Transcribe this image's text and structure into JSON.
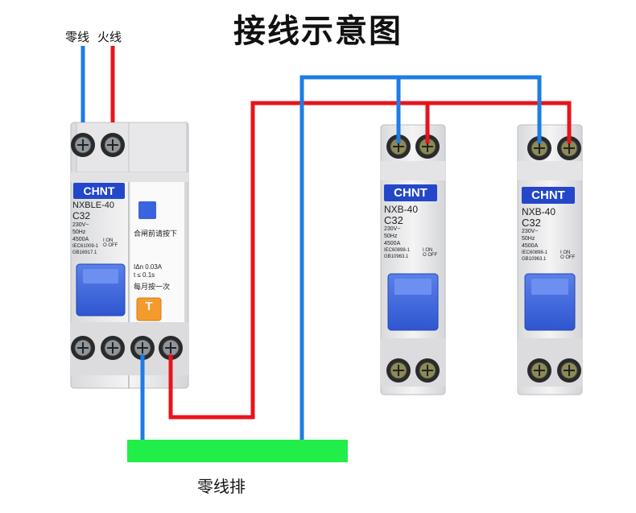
{
  "title": "接线示意图",
  "labels": {
    "neutral": "零线",
    "live": "火线",
    "neutral_bus": "零线排"
  },
  "colors": {
    "neutral_wire": "#1e7ce6",
    "live_wire": "#e8141b",
    "neutral_bus": "#22ee4a",
    "brand": "#2447c9",
    "handle": "#3a64dd",
    "test_button": "#f59a2c"
  },
  "rcbo": {
    "brand": "CHNT",
    "model": "NXBLE-40",
    "rating": "C32",
    "voltage": "230V~",
    "frequency": "50Hz",
    "breaking": "4500A",
    "standard1": "IEC61009-1",
    "standard2": "GB16917.1",
    "on_off": "I ON\nO OFF",
    "close_hint": "合闸前请按下",
    "current": "IΔn 0.03A",
    "time": "t ≤ 0.1s",
    "monthly": "每月按一次",
    "test_label": "T"
  },
  "breakers": [
    {
      "brand": "CHNT",
      "model": "NXB-40",
      "rating": "C32",
      "voltage": "230V~",
      "frequency": "50Hz",
      "breaking": "4500A",
      "standard1": "IEC60898-1",
      "standard2": "GB10963.1",
      "on_off": "I ON\nO OFF"
    },
    {
      "brand": "CHNT",
      "model": "NXB-40",
      "rating": "C32",
      "voltage": "230V~",
      "frequency": "50Hz",
      "breaking": "4500A",
      "standard1": "IEC60898-1",
      "standard2": "GB10963.1",
      "on_off": "I ON\nO OFF"
    }
  ]
}
